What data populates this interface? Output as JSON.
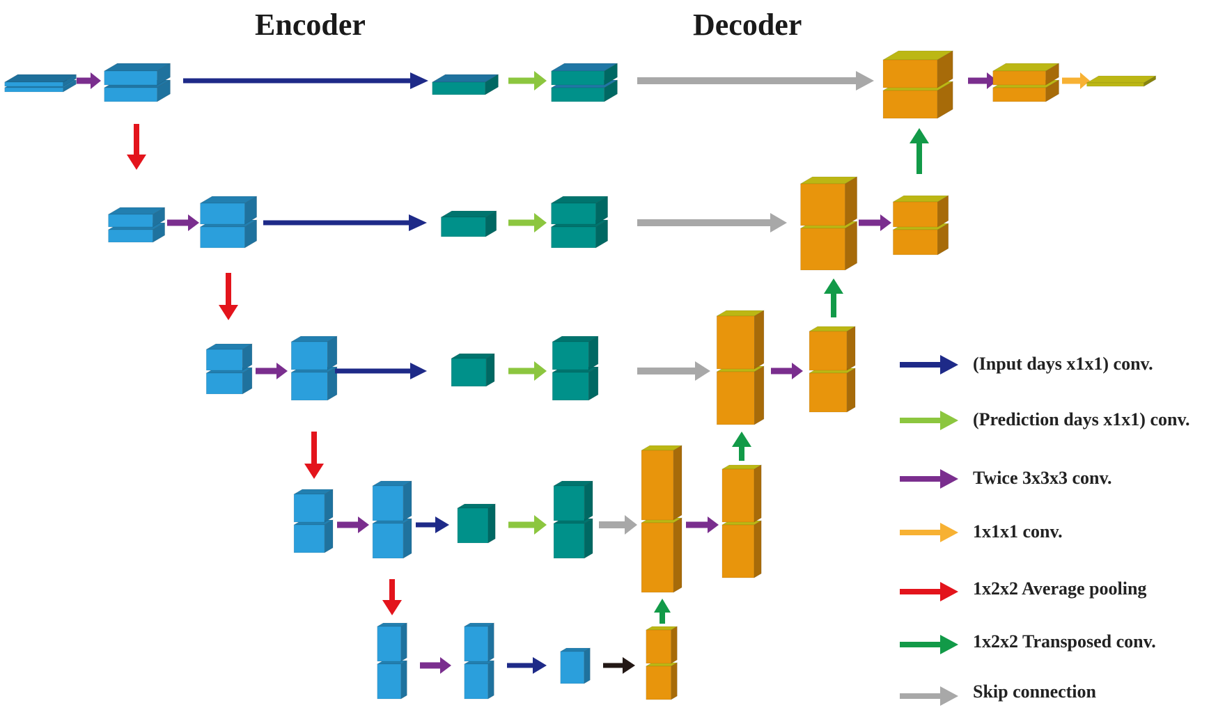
{
  "headings": {
    "encoder": "Encoder",
    "decoder": "Decoder"
  },
  "legend": [
    {
      "color_key": "input_conv",
      "label": "(Input days x1x1) conv."
    },
    {
      "color_key": "pred_conv",
      "label": "(Prediction days x1x1) conv."
    },
    {
      "color_key": "twice_conv",
      "label": "Twice 3x3x3 conv."
    },
    {
      "color_key": "conv1x1",
      "label": "1x1x1 conv."
    },
    {
      "color_key": "avg_pool",
      "label": "1x2x2 Average pooling"
    },
    {
      "color_key": "transposed",
      "label": "1x2x2 Transposed conv."
    },
    {
      "color_key": "skip",
      "label": "Skip connection"
    }
  ],
  "colors": {
    "input_conv": "#1e2a88",
    "pred_conv": "#8cc63f",
    "twice_conv": "#7a2e8e",
    "conv1x1": "#f7b133",
    "avg_pool": "#e3141c",
    "transposed": "#129a48",
    "skip": "#a8a8a8",
    "bottleneck": "#231815",
    "encoder_block": "#2b9fdc",
    "bridge_block": "#00918a",
    "decoder_block": "#e8950c",
    "decoder_cap": "#bcb714"
  }
}
